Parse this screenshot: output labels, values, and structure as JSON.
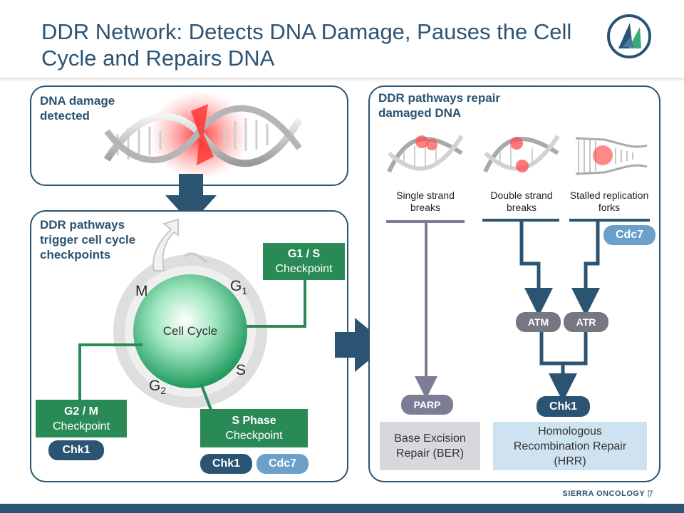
{
  "slide": {
    "title": "DDR Network: Detects DNA Damage, Pauses the Cell Cycle and Repairs DNA",
    "company": "SIERRA ONCOLOGY",
    "separator": "|",
    "page_number": "7"
  },
  "colors": {
    "navy": "#2b5472",
    "green": "#2a8a56",
    "light_blue": "#6ba0cb",
    "grey_pill": "#767781",
    "ber_box": "#d7d8de",
    "hrr_box": "#cfe2ef"
  },
  "detect_panel": {
    "title": "DNA damage detected"
  },
  "cell_cycle_panel": {
    "title": "DDR pathways trigger cell cycle checkpoints",
    "center_label": "Cell Cycle",
    "phases": {
      "m": "M",
      "g1": "G",
      "g1_sub": "1",
      "s": "S",
      "g2": "G",
      "g2_sub": "2"
    },
    "g1s": {
      "title": "G1 / S",
      "subtitle": "Checkpoint"
    },
    "g2m": {
      "title": "G2 / M",
      "subtitle": "Checkpoint",
      "pill": "Chk1"
    },
    "sphase": {
      "title": "S Phase",
      "subtitle": "Checkpoint",
      "pill1": "Chk1",
      "pill2": "Cdc7"
    }
  },
  "repair_panel": {
    "title": "DDR pathways repair damaged DNA",
    "damage_types": [
      "Single strand breaks",
      "Double strand breaks",
      "Stalled replication forks"
    ],
    "cdc7": "Cdc7",
    "atm": "ATM",
    "atr": "ATR",
    "chk1": "Chk1",
    "parp": "PARP",
    "ber": "Base Excision Repair (BER)",
    "hrr": "Homologous Recombination Repair (HRR)"
  },
  "icons": [
    "logo-icon",
    "dna-helix-icon",
    "arrow-down-icon",
    "arrow-right-icon"
  ]
}
